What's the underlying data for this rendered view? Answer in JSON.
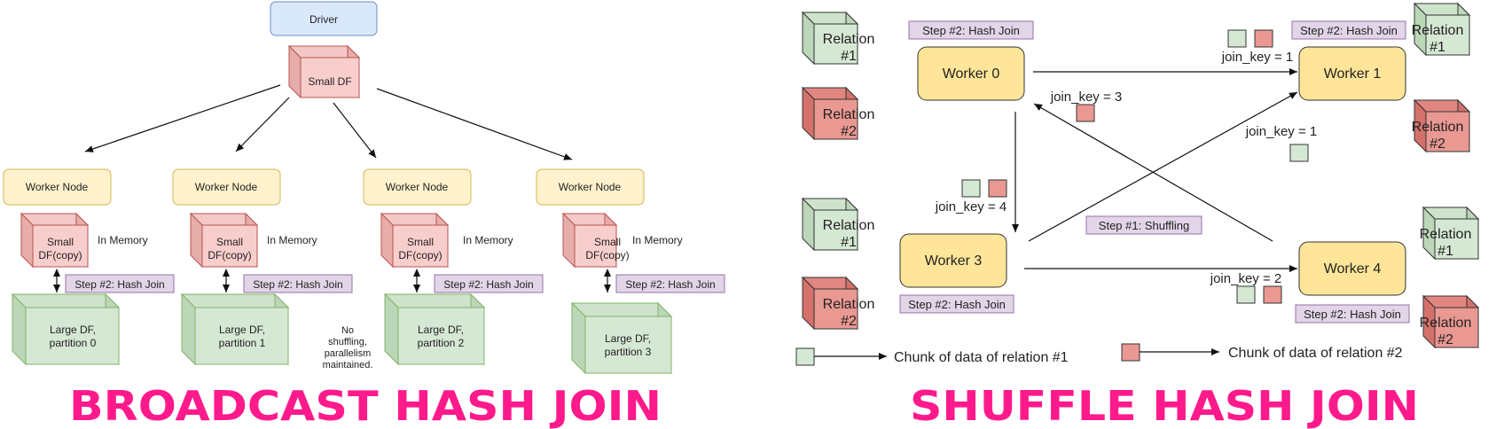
{
  "broadcast": {
    "title": "BROADCAST HASH JOIN",
    "driver": "Driver",
    "small_df": "Small DF",
    "worker_nodes": [
      "Worker Node",
      "Worker Node",
      "Worker Node",
      "Worker Node"
    ],
    "copy_line1": "Small",
    "copy_line2": "DF(copy)",
    "in_memory": "In Memory",
    "step_label": "Step #2: Hash Join",
    "partitions": [
      [
        "Large DF,",
        "partition 0"
      ],
      [
        "Large DF,",
        "partition 1"
      ],
      [
        "Large DF,",
        "partition 2"
      ],
      [
        "Large DF,",
        "partition 3"
      ]
    ],
    "note": [
      "No",
      "shuffling,",
      "parallelism",
      "maintained."
    ]
  },
  "shuffle": {
    "title": "SHUFFLE HASH JOIN",
    "workers": [
      "Worker 0",
      "Worker 1",
      "Worker 3",
      "Worker 4"
    ],
    "relation1": [
      "Relation",
      "#1"
    ],
    "relation2": [
      "Relation",
      "#2"
    ],
    "step2": "Step #2: Hash Join",
    "step1": "Step #1: Shuffling",
    "join_keys": {
      "w0_to_w1": "join_key = 1",
      "w4_to_w0": "join_key = 3",
      "w3_to_w1": "join_key = 1",
      "w0_to_w3": "join_key = 4",
      "w3_to_w4": "join_key = 2"
    },
    "legend": {
      "relation1_chunk": "Chunk of data of relation #1",
      "relation2_chunk": "Chunk of data of relation #2"
    }
  },
  "colors": {
    "title_pink": "#ff1a8c",
    "driver_fill": "#dae8fc",
    "worker_node_fill": "#fff2cc",
    "worker_fill": "#ffe599",
    "red_cube": "#f8cecc",
    "green_cube": "#d5e8d4",
    "relation2_fill": "#ea9892",
    "step_fill": "#e1d5e7"
  }
}
